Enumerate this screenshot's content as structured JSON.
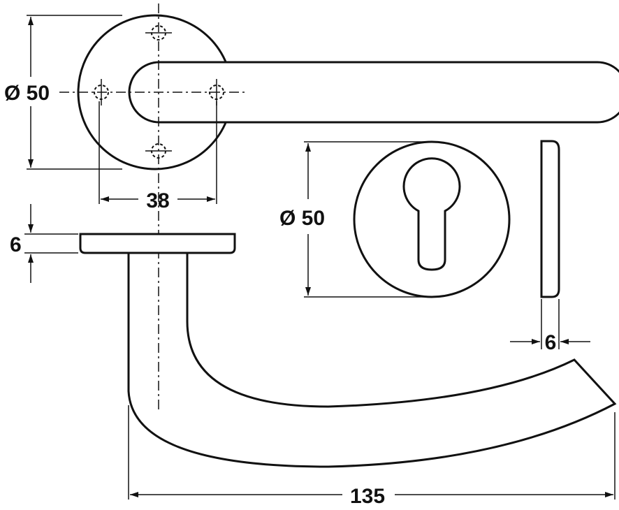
{
  "drawing": {
    "line_color": "#111111",
    "background": "#ffffff",
    "dimensions": {
      "rose_diameter": "Ø 50",
      "screw_spacing": "38",
      "rose_thickness": "6",
      "escutcheon_diameter": "Ø 50",
      "escutcheon_thickness": "6",
      "lever_projection": "135"
    }
  }
}
